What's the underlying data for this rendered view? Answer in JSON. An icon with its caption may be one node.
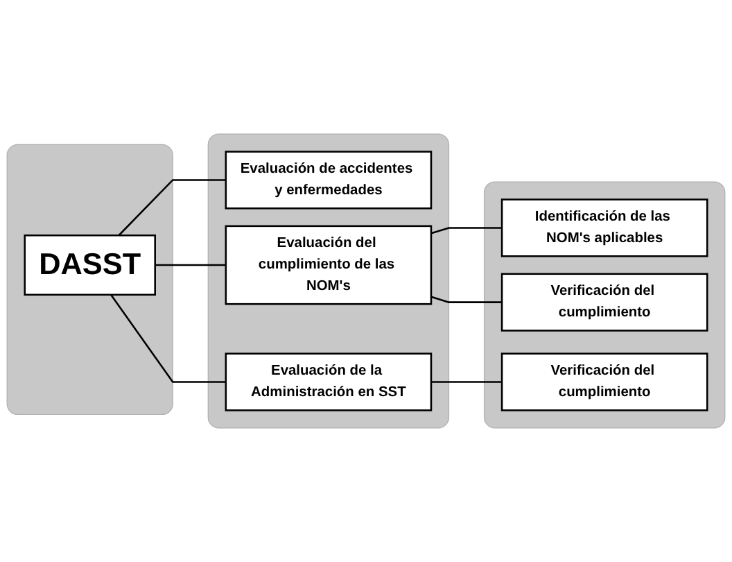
{
  "diagram": {
    "nodes": [
      {
        "text": [],
        "shape": "box"
      },
      {
        "text": [
          "DASST"
        ],
        "in": 0
      },
      {
        "text": [],
        "shape": "box"
      },
      {
        "text": [
          "Evaluación de accidentes y enfermedades"
        ],
        "in": 2
      },
      {
        "text": [
          "Evaluación del cumplimiento de las NOM's"
        ],
        "in": 2
      },
      {
        "text": [
          "Evaluación de la Administración en SST"
        ],
        "in": 2
      },
      {
        "text": [],
        "shape": "box"
      },
      {
        "text": [
          "Identificación de las NOM's aplicables"
        ],
        "in": 6
      },
      {
        "text": [
          "Verificación del cumplimiento"
        ],
        "in": 6
      },
      {
        "text": [
          "Verificación del cumplimiento"
        ],
        "in": 6
      }
    ],
    "edges": [
      {
        "from": 1,
        "to": 3,
        "arrow": "none"
      },
      {
        "from": 1,
        "to": 4,
        "arrow": "none"
      },
      {
        "from": 1,
        "to": 5,
        "arrow": "none"
      },
      {
        "from": 4,
        "to": 7,
        "arrow": "none"
      },
      {
        "from": 4,
        "to": 8,
        "arrow": "none"
      },
      {
        "from": 5,
        "to": 9,
        "arrow": "none"
      }
    ]
  }
}
